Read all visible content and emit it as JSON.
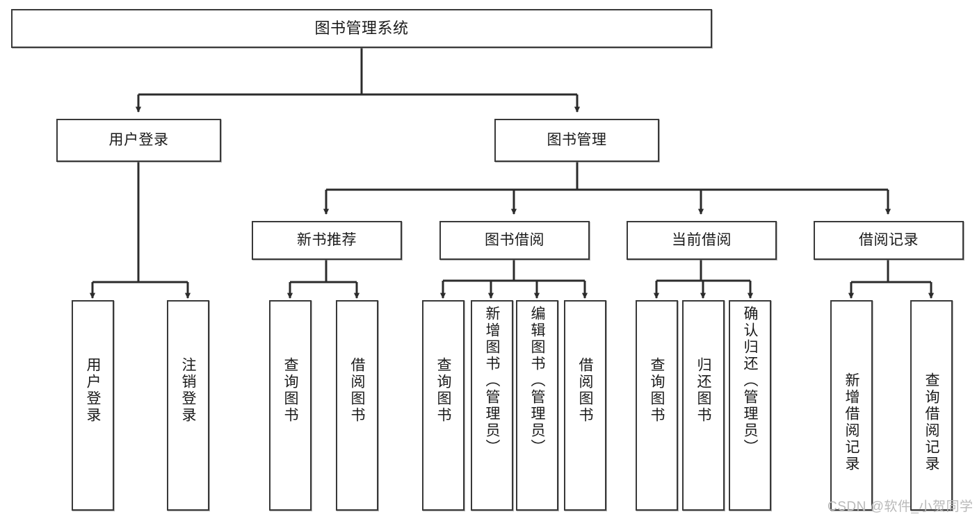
{
  "diagram": {
    "type": "tree-hierarchy",
    "title": "图书管理系统",
    "colors": {
      "box_border": "#393939",
      "box_fill": "#ffffff",
      "edge": "#2b2b2b",
      "text": "#1a1a1a",
      "watermark": "#b9b9b9"
    },
    "watermark": "CSDN @软件_小贺同学",
    "nodes": {
      "root": {
        "label": "图书管理系统",
        "level": 1
      },
      "level2": [
        {
          "id": "user-login",
          "label": "用户登录"
        },
        {
          "id": "book-manage",
          "label": "图书管理"
        }
      ],
      "level3": [
        {
          "id": "new-book-recommend",
          "label": "新书推荐",
          "parent": "book-manage"
        },
        {
          "id": "book-borrow",
          "label": "图书借阅",
          "parent": "book-manage"
        },
        {
          "id": "current-borrow",
          "label": "当前借阅",
          "parent": "book-manage"
        },
        {
          "id": "borrow-record",
          "label": "借阅记录",
          "parent": "book-manage"
        }
      ],
      "leaves": [
        {
          "id": "leaf-user-login",
          "label": "用户登录",
          "parent": "user-login"
        },
        {
          "id": "leaf-logout-login",
          "label": "注销登录",
          "parent": "user-login"
        },
        {
          "id": "leaf-query-book-1",
          "label": "查询图书",
          "parent": "new-book-recommend"
        },
        {
          "id": "leaf-borrow-book-1",
          "label": "借阅图书",
          "parent": "new-book-recommend"
        },
        {
          "id": "leaf-query-book-2",
          "label": "查询图书",
          "parent": "book-borrow"
        },
        {
          "id": "leaf-add-book",
          "label": "新增图书（管理员）",
          "parent": "book-borrow"
        },
        {
          "id": "leaf-edit-book",
          "label": "编辑图书（管理员）",
          "parent": "book-borrow"
        },
        {
          "id": "leaf-borrow-book-2",
          "label": "借阅图书",
          "parent": "book-borrow"
        },
        {
          "id": "leaf-query-book-3",
          "label": "查询图书",
          "parent": "current-borrow"
        },
        {
          "id": "leaf-return-book",
          "label": "归还图书",
          "parent": "current-borrow"
        },
        {
          "id": "leaf-confirm-return",
          "label": "确认归还（管理员）",
          "parent": "current-borrow"
        },
        {
          "id": "leaf-add-record",
          "label": "新增借阅记录",
          "parent": "borrow-record"
        },
        {
          "id": "leaf-query-record",
          "label": "查询借阅记录",
          "parent": "borrow-record"
        }
      ]
    }
  }
}
